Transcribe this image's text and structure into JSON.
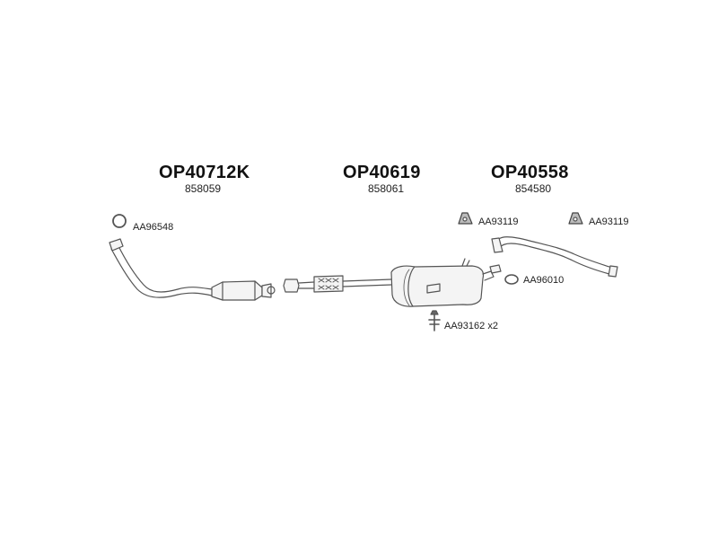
{
  "groups": [
    {
      "part_number": "OP40712K",
      "reference": "858059"
    },
    {
      "part_number": "OP40619",
      "reference": "858061"
    },
    {
      "part_number": "OP40558",
      "reference": "854580"
    }
  ],
  "accessories": [
    {
      "code": "AA96548",
      "icon": "gasket-ring-icon"
    },
    {
      "code": "AA93119",
      "icon": "rubber-hanger-icon"
    },
    {
      "code": "AA93119",
      "icon": "rubber-hanger-icon"
    },
    {
      "code": "AA96010",
      "icon": "oval-gasket-icon"
    },
    {
      "code": "AA93162 x2",
      "icon": "mounting-bracket-icon"
    }
  ],
  "colors": {
    "line": "#555555",
    "fill": "#f4f4f4",
    "text": "#111111"
  }
}
